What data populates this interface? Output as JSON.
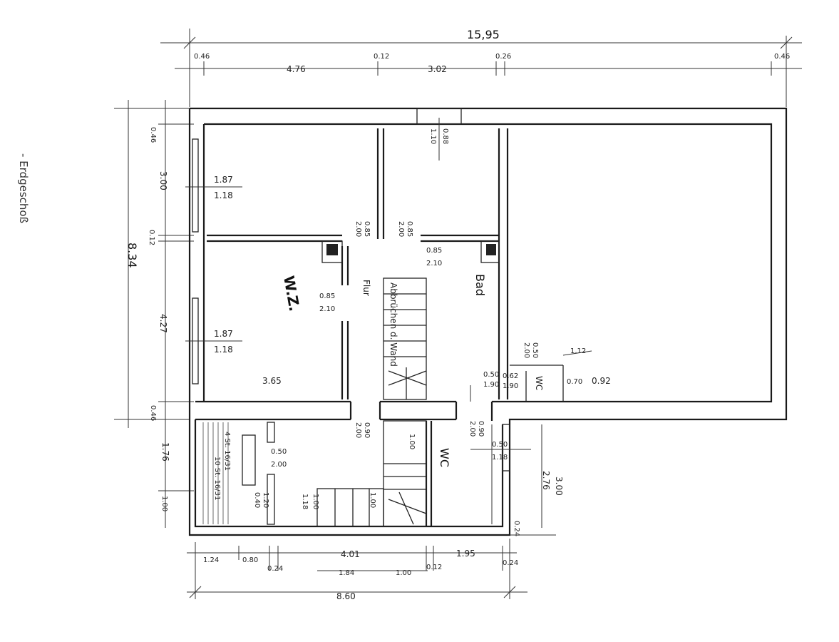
{
  "side_label": "- Erdgeschoß",
  "overall": {
    "width": "15,95",
    "depth": "8.34",
    "front": "8.60"
  },
  "top_row": {
    "a": "0.46",
    "b": "4.76",
    "c": "0.12",
    "d": "3.02",
    "e": "0.26",
    "f": "0.46"
  },
  "left_col": {
    "a": "0.46",
    "b": "3.00",
    "c": "0.12",
    "d": "4.27",
    "e": "0.46",
    "f": "1.76",
    "g": "1.00"
  },
  "room_labels": {
    "living": "W.Z.",
    "bath": "Bad",
    "wc_lower": "WC",
    "wc_small": "WC",
    "hall": "Flur",
    "stair_note": "Abbrüchen d. Wand"
  },
  "windows": {
    "w1_top": "1.87",
    "w1_bot": "1.18",
    "w2_top": "1.87",
    "w2_bot": "1.18",
    "w3_top": "0.88",
    "w3_bot": "1.10",
    "w4_top": "0.50",
    "w4_bot": "1.18",
    "w5_top": "0.50",
    "w5_bot": "1.90"
  },
  "doors": {
    "d1_top": "0.85",
    "d1_bot": "2.00",
    "d2_top": "0.85",
    "d2_bot": "2.00",
    "d3_top": "0.85",
    "d3_bot": "2.10",
    "d4_top": "0.85",
    "d4_bot": "2.10",
    "d5_top": "0.90",
    "d5_bot": "2.00",
    "d6_top": "0.90",
    "d6_bot": "2.00",
    "d7_top": "0.50",
    "d7_bot": "2.00",
    "d8_top": "0.50",
    "d8_bot": "2.00",
    "d9_top": "0.62",
    "d9_bot": "1.90"
  },
  "inner": {
    "living_width": "3.65",
    "wc_small_a": "0.70",
    "wc_small_b": "0.92",
    "wc_small_c": "1.12",
    "right_a": "2.76",
    "right_b": "3.00",
    "right_c": "0.24",
    "stair_a": "1.00",
    "stair_b": "1.00",
    "stair_steps_a": "4 St. 16/31",
    "stair_steps_b": "10 St. 16/31",
    "small_a": "1.20",
    "small_b": "0.40",
    "small_c": "1.00",
    "small_d": "1.18"
  },
  "bottom_row": {
    "a": "1.24",
    "b": "0.80",
    "c": "0.24",
    "d": "4.01",
    "e": "1.84",
    "f": "1.00",
    "g": "0.12",
    "h": "1.95",
    "i": "0.24"
  }
}
